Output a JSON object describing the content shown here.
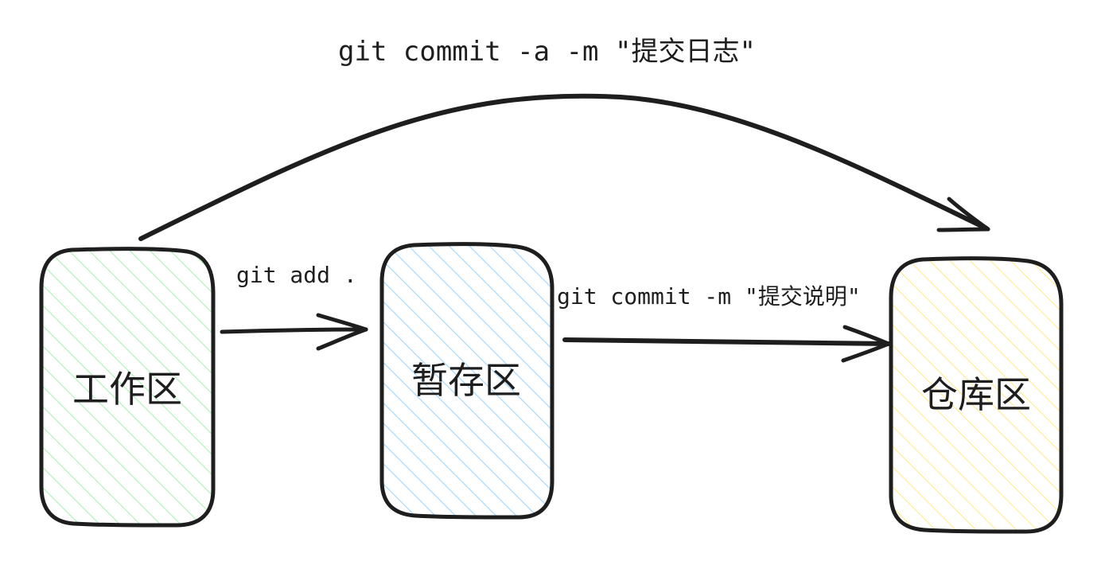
{
  "commands": {
    "direct_commit": "git commit -a -m \"提交日志\"",
    "add": "git add .",
    "commit": "git commit -m \"提交说明\""
  },
  "areas": {
    "working": {
      "label": "工作区",
      "color": "#b2f2bb"
    },
    "staging": {
      "label": "暂存区",
      "color": "#a5d8ff"
    },
    "repository": {
      "label": "仓库区",
      "color": "#ffec99"
    }
  },
  "stroke_color": "#1e1e1e"
}
